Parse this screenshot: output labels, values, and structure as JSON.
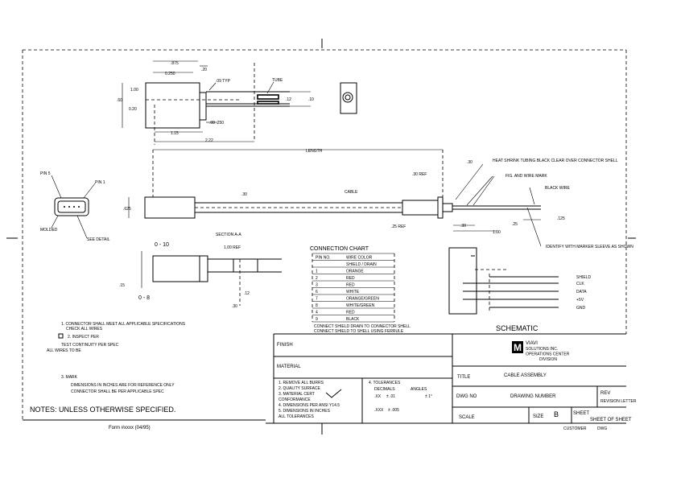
{
  "drawing": {
    "notes_heading": "NOTES: UNLESS OTHERWISE SPECIFIED.",
    "form_number": "Form #xxxx (04/95)",
    "schematic_label": "SCHEMATIC",
    "dimensions": {
      "top_overall": ".875",
      "top_body": "0.250",
      "top_flange": ".20",
      "top_height": ".60",
      "top_inner": "1.00",
      "top_offset": "0.20",
      "top_nut": ".09 TYP",
      "top_tube": "TUBE",
      "top_gap": ".08 .250",
      "top_len1": "1.15",
      "top_len2": "2.22",
      "top_right1": ".12",
      "top_right2": ".10",
      "main_length": "LENGTH",
      "main_height": ".625",
      "main_dia": ".30",
      "main_cable": "CABLE",
      "main_strip": ".25 REF",
      "main_jacket": ".30 REF",
      "main_end1": ".30",
      "main_end2": "1.00",
      "main_end3": ".25",
      "main_end4": ".125",
      "detail_a": "0 - 10",
      "detail_b": "0 - 8",
      "detail_c": "1.00 REF",
      "detail_d": ".15",
      "detail_e": ".12",
      "detail_f": ".30"
    },
    "callouts": {
      "pin1": "PIN 1",
      "pin5": "PIN 5",
      "see_detail": "SEE DETAIL",
      "heat_shrink": "HEAT SHRINK TUBING BLACK CLEAR OVER CONNECTOR SHELL",
      "wire_label": "FIG. AND WIRE MARK",
      "black_wire": "BLACK WIRE",
      "identify": "IDENTIFY WITH MARKER SLEEVE AS SHOWN",
      "molded": "MOLDED",
      "section": "SECTION A-A"
    },
    "schematic_pins": [
      "SHIELD",
      "CLK",
      "DATA",
      "+5V",
      "GND"
    ],
    "notes": [
      "1. CONNECTOR SHALL MEET ALL APPLICABLE SPECIFICATIONS",
      "CHECK ALL WIRES",
      "2. INSPECT PER",
      "TEST CONTINUITY PER SPEC",
      "ALL WIRES TO BE",
      "3. MARK",
      "DIMENSIONS IN INCHES ARE FOR REFERENCE ONLY",
      "CONNECTOR SHALL BE PER APPLICABLE SPEC"
    ],
    "note_tags": [
      "3"
    ]
  },
  "connection_chart": {
    "title": "CONNECTION CHART",
    "headers": [
      "PIN NO.",
      "WIRE COLOR"
    ],
    "rows": [
      [
        "",
        "SHIELD / DRAIN"
      ],
      [
        "1",
        "ORANGE"
      ],
      [
        "2",
        "RED"
      ],
      [
        "3",
        "RED"
      ],
      [
        "6",
        "WHITE"
      ],
      [
        "7",
        "ORANGE/GREEN"
      ],
      [
        "8",
        "WHITE/GREEN"
      ],
      [
        "4",
        "RED"
      ],
      [
        "9",
        "BLACK"
      ]
    ],
    "footnote": [
      "CONNECT SHIELD DRAIN TO CONNECTOR SHELL",
      "CONNECT SHIELD TO SHELL USING FERRULE"
    ]
  },
  "title_block": {
    "finish_label": "FINISH",
    "material_label": "MATERIAL",
    "general_notes": [
      "1. REMOVE ALL BURRS",
      "2. QUALITY SURFACE",
      "3. MATERIAL CERT",
      "   CONFORMANCE",
      "4. DIMENSIONS PER ANSI Y14.5",
      "5. DIMENSIONS IN INCHES",
      "   ALL TOLERANCES"
    ],
    "tolerances_label": "4. TOLERANCES",
    "decimal_label": "DECIMALS",
    "angles_label": "ANGLES",
    "tol_xx": ".XX",
    "tol_xx_val": "± .01",
    "tol_xxx": ".XXX",
    "tol_xxx_val": "± .005",
    "angle_val": "± 1°",
    "company_name": "VIAVI",
    "company_sub": [
      "SOLUTIONS INC.",
      "OPERATIONS CENTER",
      "DIVISION"
    ],
    "title_label": "TITLE",
    "title_value": "CABLE ASSEMBLY",
    "dwg_no_label": "DWG NO",
    "dwg_no_value": "DRAWING NUMBER",
    "rev_label": "REV",
    "rev_value": "REVISION LETTER",
    "scale_label": "SCALE",
    "size_label": "SIZE",
    "size_value": "B",
    "sheet_label": "SHEET",
    "sheet_value": "SHEET OF SHEET",
    "footer_left": "CUSTOMER",
    "footer_right": "DWG"
  }
}
